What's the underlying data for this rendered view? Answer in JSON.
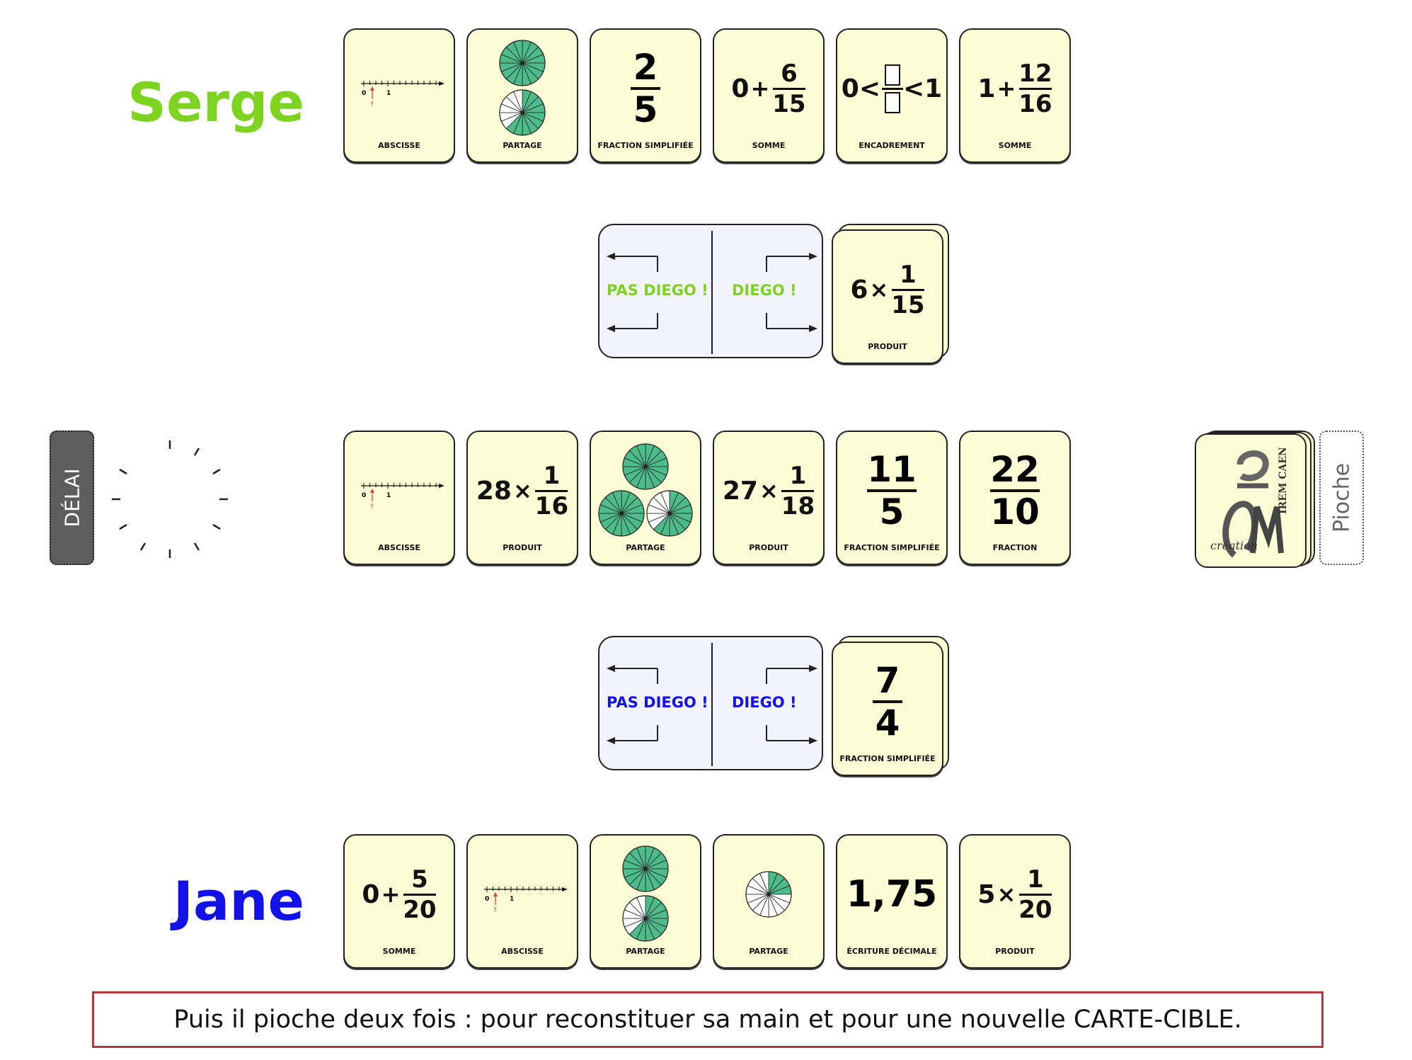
{
  "players": {
    "top": {
      "name": "Serge",
      "color": "#7ed321"
    },
    "bottom": {
      "name": "Jane",
      "color": "#1212e8"
    }
  },
  "top_hand": [
    {
      "caption": "ABSCISSE",
      "kind": "axis",
      "axis_labels": [
        "0",
        "1",
        "?"
      ]
    },
    {
      "caption": "PARTAGE",
      "kind": "pies",
      "pies": [
        {
          "parts": 16,
          "filled": 16
        },
        {
          "parts": 16,
          "filled": 10
        }
      ]
    },
    {
      "caption": "FRACTION SIMPLIFIÉE",
      "kind": "fraction",
      "num": "2",
      "den": "5"
    },
    {
      "caption": "SOMME",
      "kind": "expr",
      "left": "0",
      "op": "+",
      "num": "6",
      "den": "15"
    },
    {
      "caption": "ENCADREMENT",
      "kind": "encadrement",
      "left": "0<",
      "right": "<1"
    },
    {
      "caption": "SOMME",
      "kind": "expr",
      "left": "1",
      "op": "+",
      "num": "12",
      "den": "16"
    }
  ],
  "top_choice": {
    "left_label": "PAS DIEGO !",
    "right_label": "DIEGO !",
    "color": "#7ed321"
  },
  "top_played": {
    "caption": "PRODUIT",
    "kind": "expr",
    "left": "6",
    "op": "×",
    "num": "1",
    "den": "15"
  },
  "middle_row": [
    {
      "caption": "ABSCISSE",
      "kind": "axis",
      "axis_labels": [
        "0",
        "1",
        "?"
      ]
    },
    {
      "caption": "PRODUIT",
      "kind": "expr",
      "left": "28",
      "op": "×",
      "num": "1",
      "den": "16"
    },
    {
      "caption": "PARTAGE",
      "kind": "pies3",
      "pies": [
        {
          "parts": 16,
          "filled": 16
        },
        {
          "parts": 16,
          "filled": 16
        },
        {
          "parts": 16,
          "filled": 10
        }
      ]
    },
    {
      "caption": "PRODUIT",
      "kind": "expr",
      "left": "27",
      "op": "×",
      "num": "1",
      "den": "18"
    },
    {
      "caption": "FRACTION SIMPLIFIÉE",
      "kind": "fraction",
      "num": "11",
      "den": "5"
    },
    {
      "caption": "FRACTION",
      "kind": "fraction",
      "num": "22",
      "den": "10"
    }
  ],
  "bottom_choice": {
    "left_label": "PAS DIEGO !",
    "right_label": "DIEGO !",
    "color": "#1212e8"
  },
  "bottom_played": {
    "caption": "FRACTION SIMPLIFIÉE",
    "kind": "fraction",
    "num": "7",
    "den": "4"
  },
  "bottom_hand": [
    {
      "caption": "SOMME",
      "kind": "expr",
      "left": "0",
      "op": "+",
      "num": "5",
      "den": "20"
    },
    {
      "caption": "ABSCISSE",
      "kind": "axis",
      "axis_labels": [
        "0",
        "1",
        "?"
      ]
    },
    {
      "caption": "PARTAGE",
      "kind": "pies",
      "pies": [
        {
          "parts": 16,
          "filled": 16
        },
        {
          "parts": 16,
          "filled": 10
        }
      ]
    },
    {
      "caption": "PARTAGE",
      "kind": "pie1",
      "pies": [
        {
          "parts": 16,
          "filled": 4
        }
      ]
    },
    {
      "caption": "ÉCRITURE DÉCIMALE",
      "kind": "decimal",
      "value": "1,75"
    },
    {
      "caption": "PRODUIT",
      "kind": "expr",
      "left": "5",
      "op": "×",
      "num": "1",
      "den": "20"
    }
  ],
  "controls": {
    "delai_label": "DÉLAI",
    "pioche_label": "Pioche"
  },
  "deck_logo": {
    "text_irem": "IREM CAEN",
    "text_creation": "création",
    "icon": "p2m-logo"
  },
  "message": "Puis il pioche deux fois : pour reconstituer sa main et pour une nouvelle CARTE-CIBLE.",
  "colors": {
    "card_bg": "#fdfdd5",
    "pie_fill": "#4dbb8a",
    "message_border": "#b03a3a"
  }
}
